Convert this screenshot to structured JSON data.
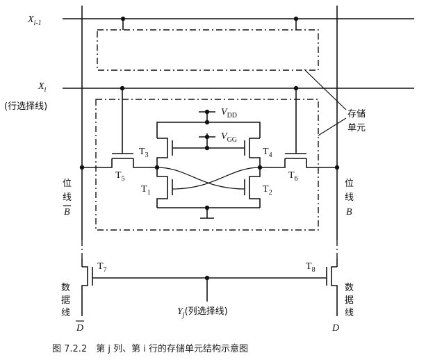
{
  "diagram": {
    "row_prev": {
      "name": "X",
      "sub": "i-1"
    },
    "row_cur": {
      "name": "X",
      "sub": "i"
    },
    "row_select": "(行选择线)",
    "cell_label": [
      "存储",
      "单元"
    ],
    "vdd": {
      "name": "V",
      "sub": "DD"
    },
    "vgg": {
      "name": "V",
      "sub": "GG"
    },
    "transistors": [
      {
        "name": "T",
        "sub": "1"
      },
      {
        "name": "T",
        "sub": "2"
      },
      {
        "name": "T",
        "sub": "3"
      },
      {
        "name": "T",
        "sub": "4"
      },
      {
        "name": "T",
        "sub": "5"
      },
      {
        "name": "T",
        "sub": "6"
      },
      {
        "name": "T",
        "sub": "7"
      },
      {
        "name": "T",
        "sub": "8"
      }
    ],
    "bitline_left": [
      "位",
      "线"
    ],
    "bitline_left_sym": "B",
    "bitline_right": [
      "位",
      "线"
    ],
    "bitline_right_sym": "B",
    "dataline_left": [
      "数",
      "据",
      "线"
    ],
    "dataline_left_sym": "D",
    "dataline_right": [
      "数",
      "据",
      "线"
    ],
    "dataline_right_sym": "D",
    "col_select": {
      "name": "Y",
      "sub": "j",
      "rest": "(列选择线)"
    },
    "caption": "图 7.2.2　第 j 列、第 i 行的存储单元结构示意图"
  }
}
